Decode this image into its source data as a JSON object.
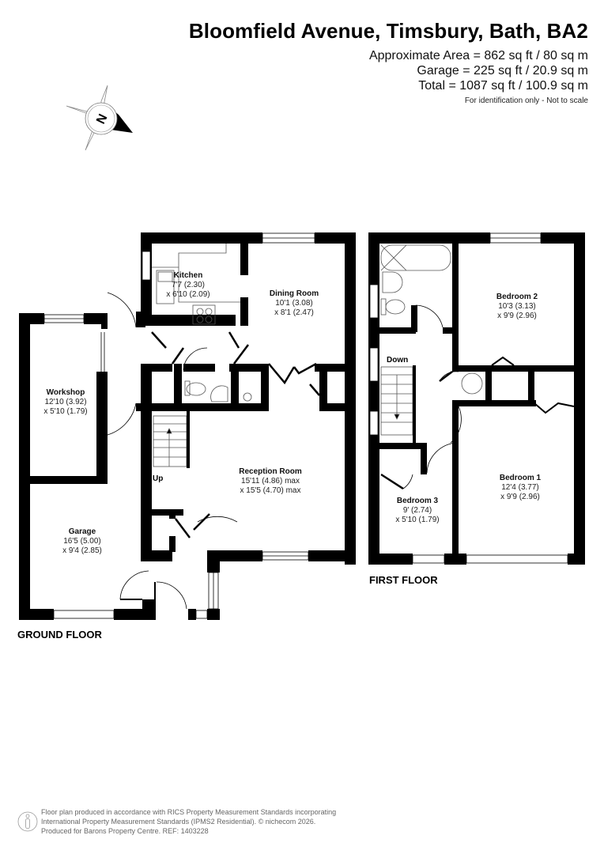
{
  "header": {
    "title": "Bloomfield Avenue, Timsbury, Bath, BA2",
    "approx_area": "Approximate Area = 862 sq ft / 80 sq m",
    "garage_area": "Garage = 225 sq ft / 20.9 sq m",
    "total_area": "Total = 1087 sq ft / 100.9 sq m",
    "disclaimer": "For identification only - Not to scale"
  },
  "compass": {
    "label": "N",
    "icon": "compass-rose-icon"
  },
  "ground_floor": {
    "label": "GROUND FLOOR",
    "stairs_label": "Up",
    "rooms": [
      {
        "name": "Kitchen",
        "dim1": "7'7 (2.30)",
        "dim2": "x 6'10 (2.09)"
      },
      {
        "name": "Dining Room",
        "dim1": "10'1 (3.08)",
        "dim2": "x 8'1 (2.47)"
      },
      {
        "name": "Workshop",
        "dim1": "12'10 (3.92)",
        "dim2": "x 5'10 (1.79)"
      },
      {
        "name": "Reception Room",
        "dim1": "15'11 (4.86) max",
        "dim2": "x 15'5 (4.70) max"
      },
      {
        "name": "Garage",
        "dim1": "16'5 (5.00)",
        "dim2": "x 9'4 (2.85)"
      }
    ]
  },
  "first_floor": {
    "label": "FIRST FLOOR",
    "stairs_label": "Down",
    "rooms": [
      {
        "name": "Bedroom 2",
        "dim1": "10'3 (3.13)",
        "dim2": "x 9'9 (2.96)"
      },
      {
        "name": "Bedroom 1",
        "dim1": "12'4 (3.77)",
        "dim2": "x 9'9 (2.96)"
      },
      {
        "name": "Bedroom 3",
        "dim1": "9' (2.74)",
        "dim2": "x 5'10 (1.79)"
      }
    ]
  },
  "footer": {
    "line1": "Floor plan produced in accordance with RICS Property Measurement Standards incorporating",
    "line2": "International Property Measurement Standards (IPMS2 Residential).   © nichecom 2026.",
    "line3": "Produced for Barons Property Centre.   REF:  1403228"
  }
}
